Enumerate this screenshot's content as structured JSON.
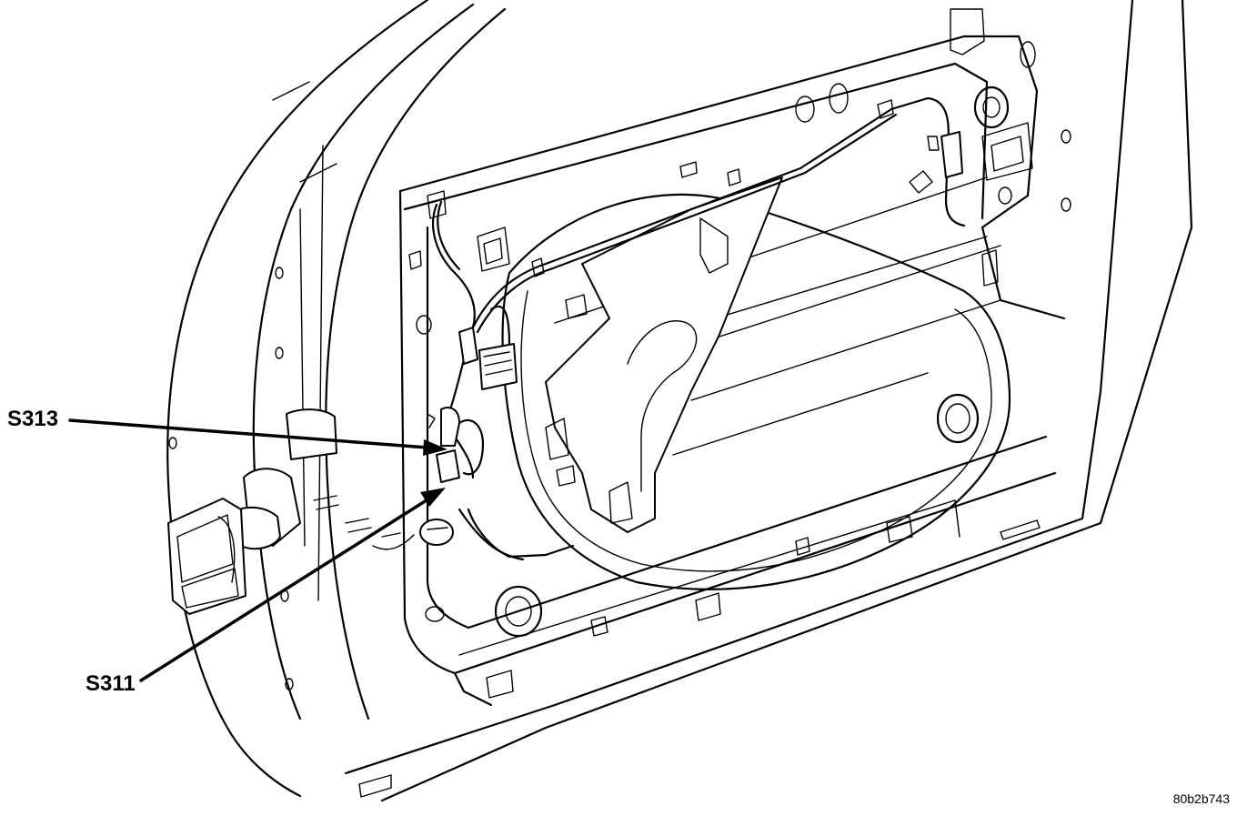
{
  "callouts": {
    "s313": "S313",
    "s311": "S311"
  },
  "figure_id": "80b2b743",
  "icons": [
    "door-shell",
    "window-opening",
    "wiring-harness",
    "electrical-connector",
    "door-grommet",
    "speaker-mount",
    "splice-s313",
    "splice-s311"
  ]
}
